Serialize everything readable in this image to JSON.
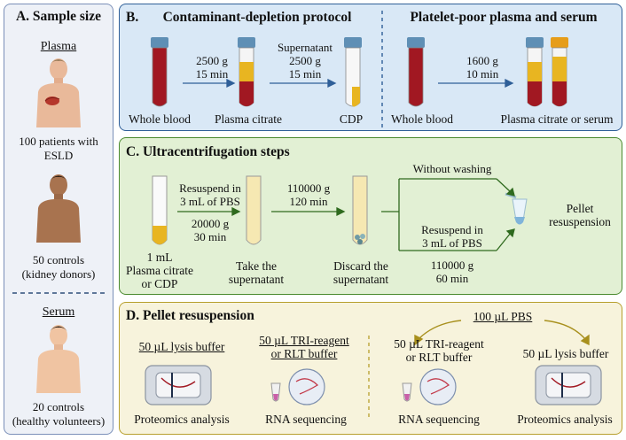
{
  "panelA": {
    "title": "A. Sample size",
    "plasma_heading": "Plasma",
    "plasma_group1": [
      "100 patients with",
      "ESLD"
    ],
    "plasma_group2": [
      "50 controls",
      "(kidney donors)"
    ],
    "serum_heading": "Serum",
    "serum_group": [
      "20 controls",
      "(healthy volunteers)"
    ]
  },
  "panelB": {
    "title1": "B.",
    "title2": "Contaminant-depletion protocol",
    "title3": "Platelet-poor plasma and serum",
    "step1": [
      "2500 g",
      "15 min"
    ],
    "step2": [
      "Supernatant",
      "2500 g",
      "15 min"
    ],
    "step3": [
      "1600 g",
      "10 min"
    ],
    "label_whole_blood_1": "Whole blood",
    "label_plasma_citrate": "Plasma citrate",
    "label_cdp": "CDP",
    "label_whole_blood_2": "Whole blood",
    "label_plasma_or_serum": "Plasma citrate or serum"
  },
  "panelC": {
    "title": "C. Ultracentrifugation steps",
    "resuspend_pbs": [
      "Resuspend in",
      "3 mL of PBS"
    ],
    "spin1": [
      "20000 g",
      "30 min"
    ],
    "spin2": [
      "110000 g",
      "120 min"
    ],
    "without_washing": "Without washing",
    "resuspend_branch": [
      "Resuspend in",
      "3 mL of PBS"
    ],
    "spin3": [
      "110000 g",
      "60 min"
    ],
    "label_start": [
      "1 mL",
      "Plasma citrate",
      "or CDP"
    ],
    "label_take": [
      "Take the",
      "supernatant"
    ],
    "label_discard": [
      "Discard the",
      "supernatant"
    ],
    "label_pellet": [
      "Pellet",
      "resuspension"
    ]
  },
  "panelD": {
    "title": "D. Pellet resuspension",
    "pbs": "100 µL PBS",
    "lysis_left": "50 µL lysis buffer",
    "tri_left": [
      "50 µL TRI-reagent",
      "or RLT buffer"
    ],
    "tri_right": [
      "50 µL TRI-reagent",
      "or RLT buffer"
    ],
    "lysis_right": "50 µL lysis buffer",
    "out_proteomics_left": "Proteomics analysis",
    "out_rna_left": "RNA sequencing",
    "out_rna_right": "RNA sequencing",
    "out_proteomics_right": "Proteomics analysis"
  },
  "colors": {
    "panelA_bg": "#eef1f7",
    "panelA_border": "#7a8fb8",
    "panelB_bg": "#d9e8f6",
    "panelB_border": "#2f5f98",
    "panelC_bg": "#e2f0d4",
    "panelC_border": "#4a8a2e",
    "panelD_bg": "#f7f3dc",
    "panelD_border": "#b79f2c",
    "blood_red": "#a11822",
    "plasma_yellow": "#e8b521"
  }
}
